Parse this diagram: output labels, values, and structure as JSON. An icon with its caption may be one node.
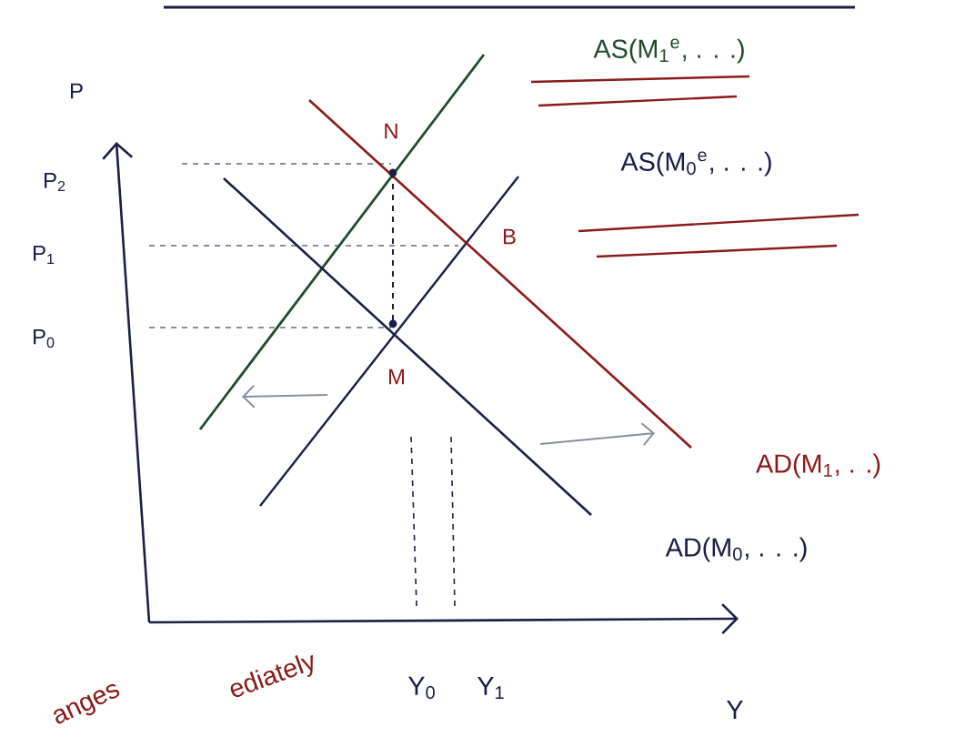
{
  "diagram": {
    "labels": [
      "P",
      "P$_{2}$",
      "P$_{1}$",
      "P$_{0}$",
      "N",
      "B",
      "M",
      "AS(M$_{1}$$^{e}$, . . .)",
      "AS(M$_{0}$$^{e}$, . . .)",
      "AD(M$_{1}$, . .)",
      "AD(M$_{0}$, . . .)",
      "Y$_{0}$",
      "Y$_{1}$",
      "Y",
      "anges",
      "ediately"
    ]
  }
}
